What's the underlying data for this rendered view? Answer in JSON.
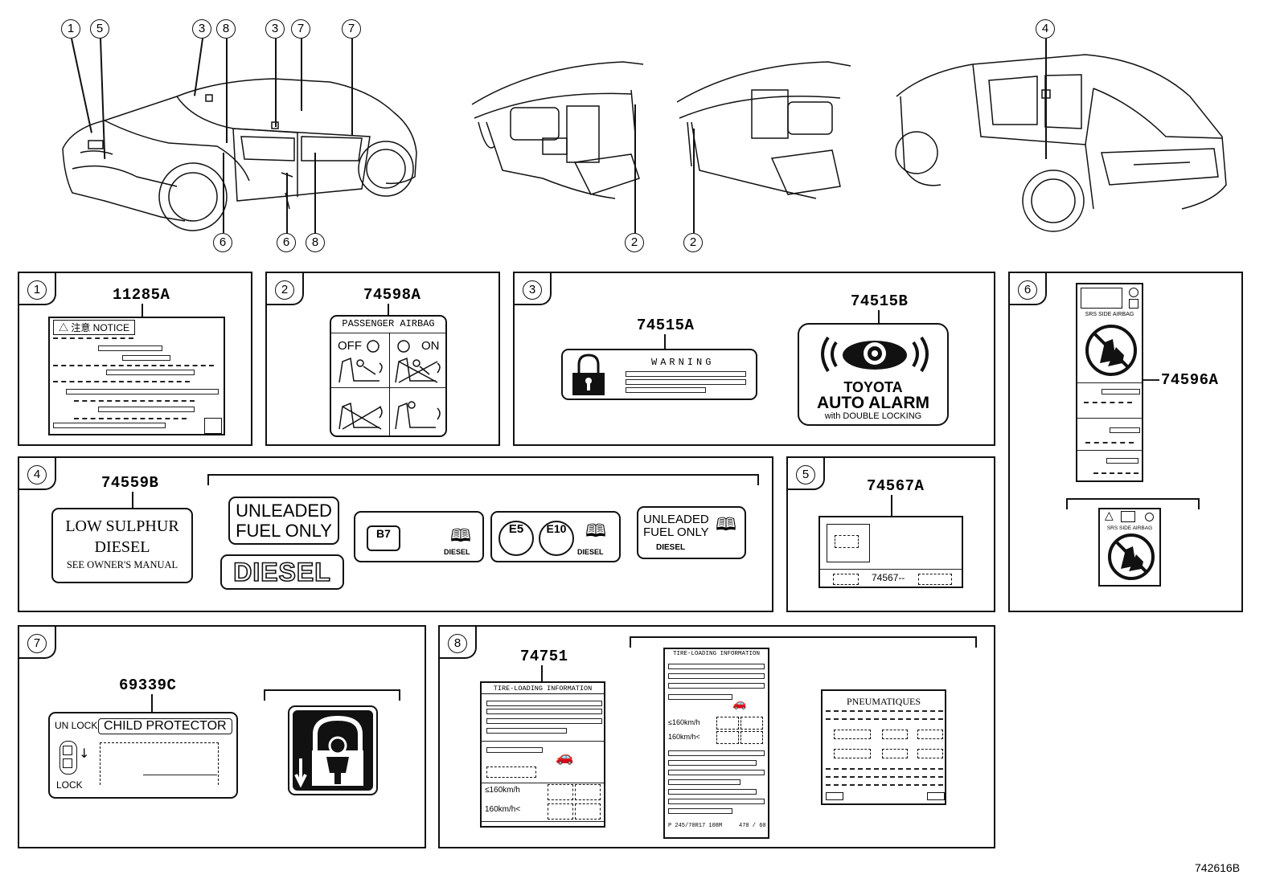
{
  "diagram_ref": "742616B",
  "callouts": [
    "1",
    "5",
    "3",
    "8",
    "3",
    "7",
    "7",
    "6",
    "6",
    "8",
    "2",
    "2",
    "4"
  ],
  "panels": {
    "p1": {
      "num": "1",
      "part": "11285A",
      "notice": "△ 注意 NOTICE"
    },
    "p2": {
      "num": "2",
      "part": "74598A",
      "title": "PASSENGER AIRBAG",
      "off": "OFF",
      "on": "ON"
    },
    "p3": {
      "num": "3",
      "part_a": "74515A",
      "warning": "WARNING",
      "part_b": "74515B",
      "alarm_1": "TOYOTA",
      "alarm_2": "AUTO ALARM",
      "alarm_3": "with DOUBLE LOCKING"
    },
    "p4": {
      "num": "4",
      "part": "74559B",
      "lsd_1": "LOW SULPHUR",
      "lsd_2": "DIESEL",
      "lsd_3": "SEE OWNER'S MANUAL",
      "unl_1": "UNLEADED",
      "unl_2": "FUEL ONLY",
      "diesel": "DIESEL",
      "b7": "B7",
      "diesel_small": "DIESEL",
      "e5": "E5",
      "e10": "E10",
      "diesel_small2": "DIESEL",
      "unl_small_1": "UNLEADED",
      "unl_small_2": "FUEL ONLY",
      "diesel_small3": "DIESEL"
    },
    "p5": {
      "num": "5",
      "part": "74567A",
      "code": "74567--"
    },
    "p6": {
      "num": "6",
      "part": "74596A",
      "srs": "SRS SIDE AIRBAG",
      "srs2": "SRS SIDE AIRBAG"
    },
    "p7": {
      "num": "7",
      "part": "69339C",
      "unlock": "UN LOCK",
      "title": "CHILD PROTECTOR",
      "lock": "LOCK"
    },
    "p8": {
      "num": "8",
      "part": "74751",
      "tire_title": "TIRE-LOADING INFORMATION",
      "speed_1": "≤160km/h",
      "speed_2": "160km/h<",
      "tire_title2": "TIRE-LOADING INFORMATION",
      "speed_3": "≤160km/h",
      "speed_4": "160km/h<",
      "fr_title": "PNEUMATIQUES",
      "size_code": "P 245/70R17 108M",
      "size_code2": "470 / 60"
    }
  }
}
